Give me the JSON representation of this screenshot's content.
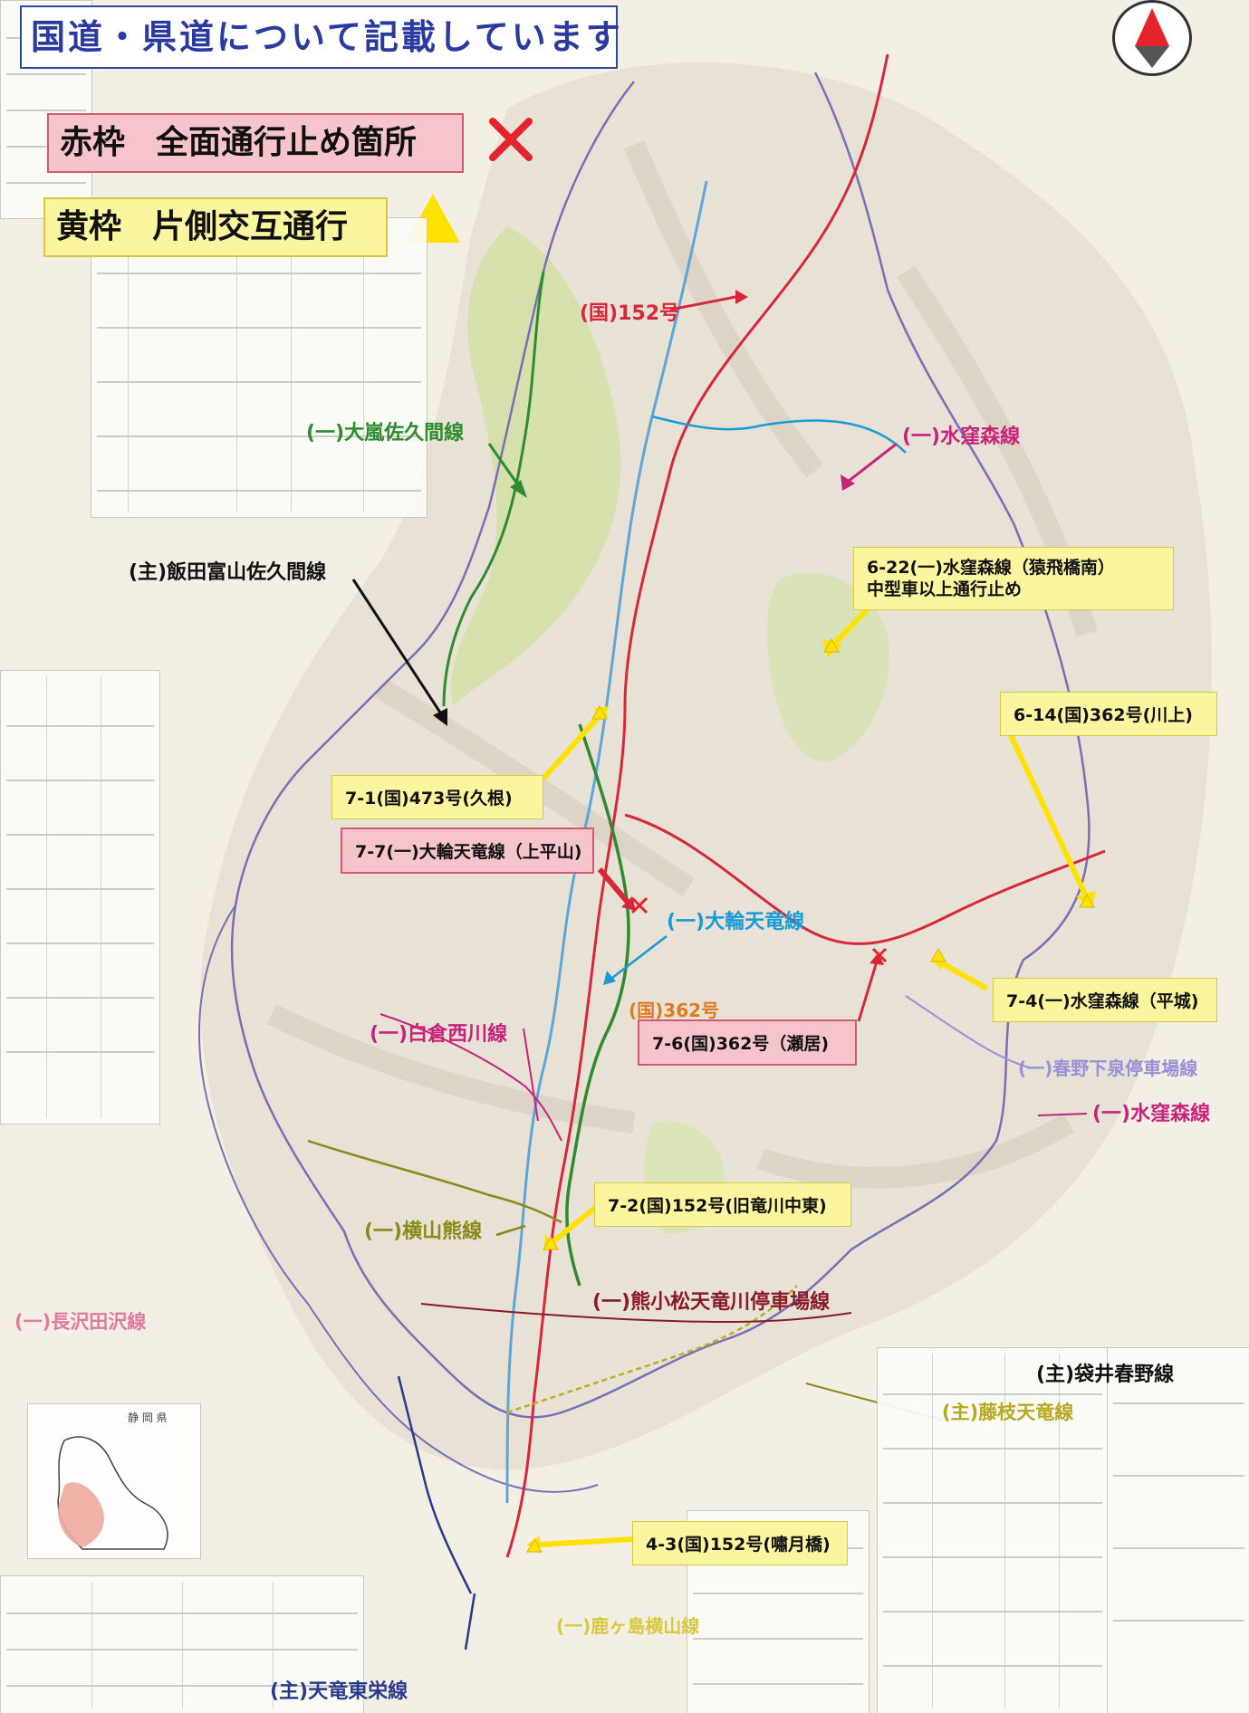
{
  "header": {
    "title": "国道・県道について記載しています"
  },
  "legend": {
    "red": {
      "label_a": "赤枠",
      "label_b": "全面通行止め箇所",
      "symbol": "cross-icon",
      "color": "#e4242a"
    },
    "yellow": {
      "label_a": "黄枠",
      "label_b": "片側交互通行",
      "symbol": "triangle-icon",
      "color": "#ffe100"
    }
  },
  "callouts": {
    "c_6_22_line1": "6-22(一)水窪森線（猿飛橋南）",
    "c_6_22_line2": "中型車以上通行止め",
    "c_6_14": "6-14(国)362号(川上)",
    "c_7_1": "7-1(国)473号(久根)",
    "c_7_7": "7-7(一)大輪天竜線（上平山)",
    "c_7_4": "7-4(一)水窪森線（平城)",
    "c_7_6": "7-6(国)362号（瀬居)",
    "c_7_2": "7-2(国)152号(旧竜川中東)",
    "c_4_3": "4-3(国)152号(嘯月橋)"
  },
  "roads": {
    "r_152": "(国)152号",
    "r_arashi": "(一)大嵐佐久間線",
    "r_misakubo_n": "(一)水窪森線",
    "r_iida": "(主)飯田富山佐久間線",
    "r_owa": "(一)大輪天竜線",
    "r_362": "(国)362号",
    "r_shirakura": "(一)白倉西川線",
    "r_haruno": "(一)春野下泉停車場線",
    "r_misakubo_s": "(一)水窪森線",
    "r_yokoyama": "(一)横山熊線",
    "r_nagasawa": "(一)長沢田沢線",
    "r_kuma": "(一)熊小松天竜川停車場線",
    "r_fukuroi": "(主)袋井春野線",
    "r_fujieda": "(主)藤枝天竜線",
    "r_sagishima": "(一)鹿ヶ島横山線",
    "r_tenryu": "(主)天竜東栄線"
  },
  "inset": {
    "label": "静 岡 県"
  },
  "colors": {
    "red_road": "#d8263a",
    "green_road": "#2e8b2e",
    "blue_road": "#1a9bd6",
    "purple_road": "#7a6fb5",
    "magenta_road": "#c8237a",
    "olive_road": "#8a8a1a",
    "dark_red_road": "#8a1a2a",
    "navy_road": "#2a3a8a"
  }
}
